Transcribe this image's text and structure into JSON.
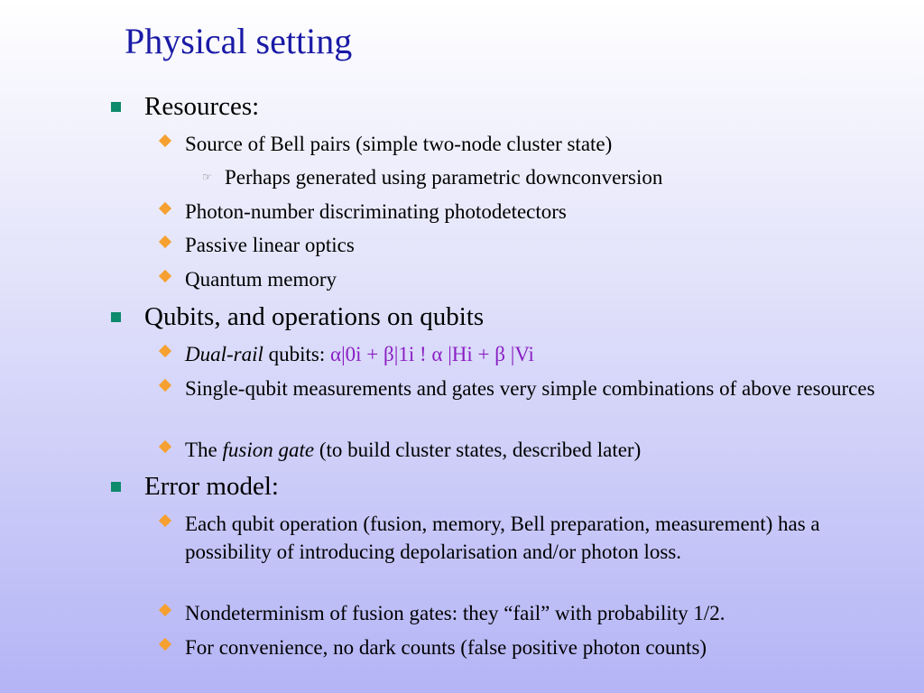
{
  "title": "Physical setting",
  "sections": [
    {
      "heading": "Resources:",
      "items": [
        {
          "text": "Source of Bell pairs (simple two-node cluster state)"
        },
        {
          "text": "Perhaps generated using parametric downconversion"
        },
        {
          "text": "Photon-number discriminating photodetectors"
        },
        {
          "text": "Passive linear optics"
        },
        {
          "text": "Quantum memory"
        }
      ]
    },
    {
      "heading": "Qubits, and operations on qubits",
      "items": [
        {
          "italic": "Dual-rail",
          "text": " qubits: ",
          "formula": "α|0i + β|1i ! α |Hi + β |Vi"
        },
        {
          "text": "Single-qubit measurements and gates very simple combinations of above resources"
        },
        {
          "pre": "The ",
          "italic": "fusion gate",
          "post": " (to build cluster states, described later)"
        }
      ]
    },
    {
      "heading": "Error model:",
      "items": [
        {
          "text": "Each qubit operation (fusion, memory, Bell preparation, measurement) has a possibility of introducing depolarisation and/or photon loss."
        },
        {
          "text": "Nondeterminism of fusion gates: they “fail” with probability 1/2."
        },
        {
          "text": "For convenience, no dark counts (false positive photon counts)"
        }
      ]
    }
  ],
  "colors": {
    "title": "#1a1aa6",
    "bullet_square": "#0e8a6c",
    "bullet_diamond": "#f5a030",
    "formula": "#8a1fc4"
  },
  "icons": {
    "level1": "square-bullet",
    "level2": "diamond-bullet",
    "level3": "pointing-hand-icon"
  }
}
